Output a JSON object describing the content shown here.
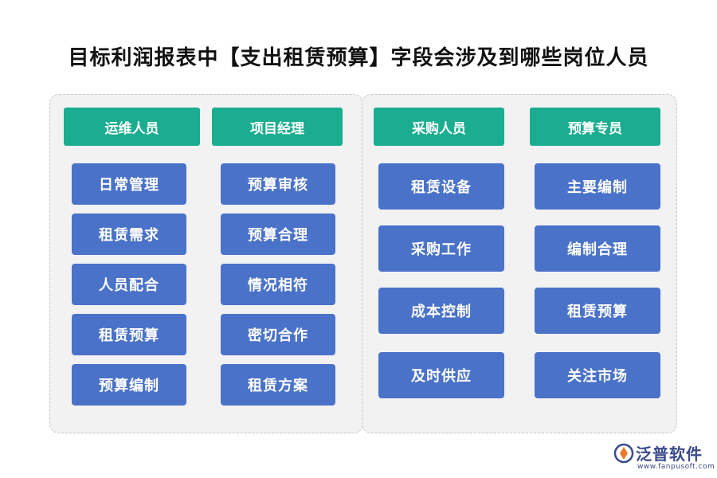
{
  "title": "目标利润报表中【支出租赁预算】字段会涉及到哪些岗位人员",
  "colors": {
    "header": "#1aad8f",
    "item": "#4a72c9",
    "panel": "#f2f2f2"
  },
  "roles": [
    {
      "name": "运维人员",
      "items": [
        "日常管理",
        "租赁需求",
        "人员配合",
        "租赁预算",
        "预算编制"
      ]
    },
    {
      "name": "项目经理",
      "items": [
        "预算审核",
        "预算合理",
        "情况相符",
        "密切合作",
        "租赁方案"
      ]
    },
    {
      "name": "采购人员",
      "items": [
        "租赁设备",
        "采购工作",
        "成本控制",
        "及时供应"
      ]
    },
    {
      "name": "预算专员",
      "items": [
        "主要编制",
        "编制合理",
        "租赁预算",
        "关注市场"
      ]
    }
  ],
  "logo": {
    "name": "泛普软件",
    "url": "www.fanpusoft.com"
  }
}
